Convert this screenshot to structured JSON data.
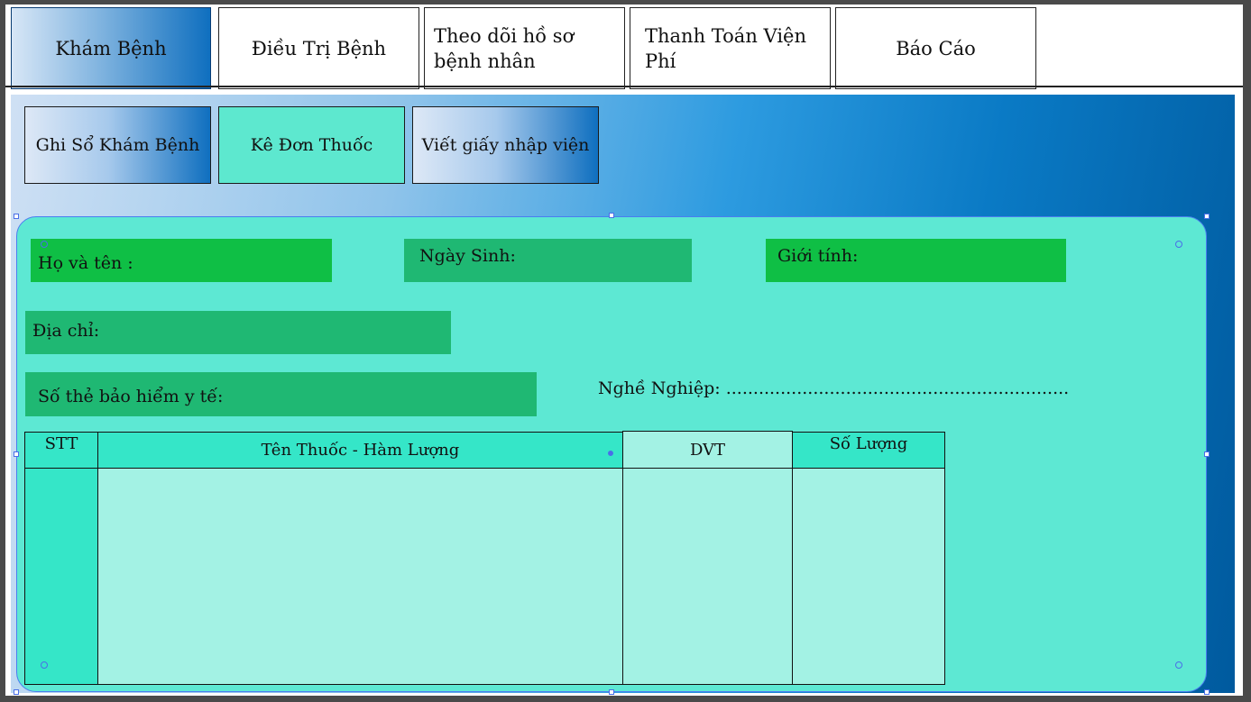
{
  "tabs": [
    {
      "label": "Khám Bệnh",
      "active": true
    },
    {
      "label": "Điều Trị Bệnh",
      "active": false
    },
    {
      "label": "Theo dõi hồ sơ bệnh nhân",
      "active": false
    },
    {
      "label": "Thanh Toán Viện Phí",
      "active": false
    },
    {
      "label": "Báo Cáo",
      "active": false
    }
  ],
  "subtabs": [
    {
      "label": "Ghi Sổ Khám Bệnh"
    },
    {
      "label": "Kê Đơn Thuốc"
    },
    {
      "label": "Viết giấy nhập viện"
    }
  ],
  "form": {
    "name_label": "Họ và tên :",
    "dob_label": "Ngày Sinh:",
    "gender_label": "Giới tính:",
    "address_label": "Địa chỉ:",
    "insurance_label": "Số thẻ bảo hiểm y tế:",
    "job_label": "Nghề Nghiệp: ..............................................................."
  },
  "table": {
    "headers": [
      "STT",
      "Tên Thuốc - Hàm Lượng",
      "DVT",
      "Số Lượng"
    ]
  },
  "colors": {
    "active_tab_gradient_end": "#0f6fbf",
    "card_bg": "#5de8d3",
    "field_green": "#0fbf45",
    "field_green_alt": "#1fb873",
    "table_header": "#35e6c8",
    "table_body": "#a3f2e4"
  }
}
